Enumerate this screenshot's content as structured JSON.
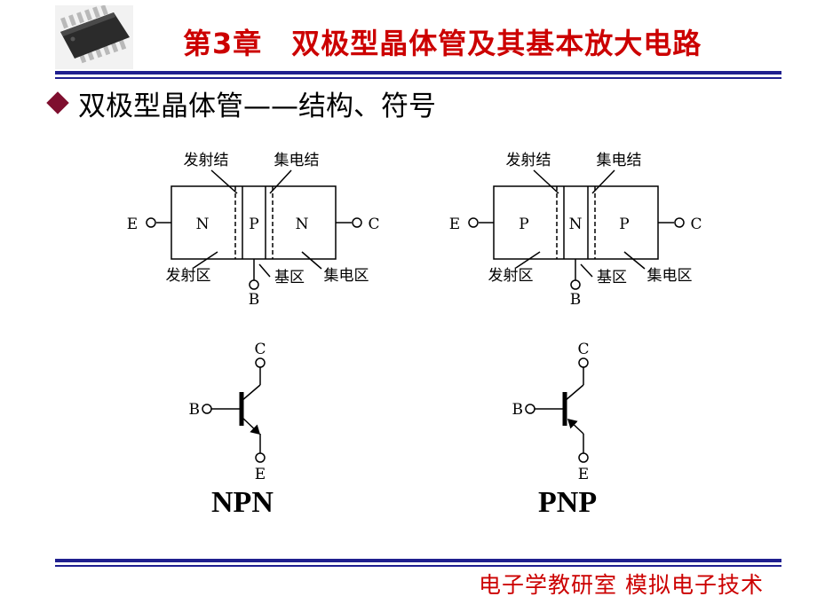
{
  "header": {
    "chapter_title": "第3章　双极型晶体管及其基本放大电路"
  },
  "section": {
    "heading": "双极型晶体管——结构、符号"
  },
  "npn": {
    "type_label": "NPN",
    "structure": {
      "regions": [
        "N",
        "P",
        "N"
      ],
      "emitter_junction": "发射结",
      "collector_junction": "集电结",
      "emitter_region": "发射区",
      "base_region": "基区",
      "collector_region": "集电区",
      "terminal_e": "E",
      "terminal_b": "B",
      "terminal_c": "C"
    },
    "symbol": {
      "terminal_b": "B",
      "terminal_c": "C",
      "terminal_e": "E"
    }
  },
  "pnp": {
    "type_label": "PNP",
    "structure": {
      "regions": [
        "P",
        "N",
        "P"
      ],
      "emitter_junction": "发射结",
      "collector_junction": "集电结",
      "emitter_region": "发射区",
      "base_region": "基区",
      "collector_region": "集电区",
      "terminal_e": "E",
      "terminal_b": "B",
      "terminal_c": "C"
    },
    "symbol": {
      "terminal_b": "B",
      "terminal_c": "C",
      "terminal_e": "E"
    }
  },
  "footer": {
    "text": "电子学教研室 模拟电子技术"
  },
  "colors": {
    "title": "#cc0000",
    "rule": "#1f1f8f",
    "bullet": "#7f0f2f"
  },
  "icons": {
    "chip": "ic-chip-icon",
    "bullet": "diamond-bullet-icon"
  }
}
